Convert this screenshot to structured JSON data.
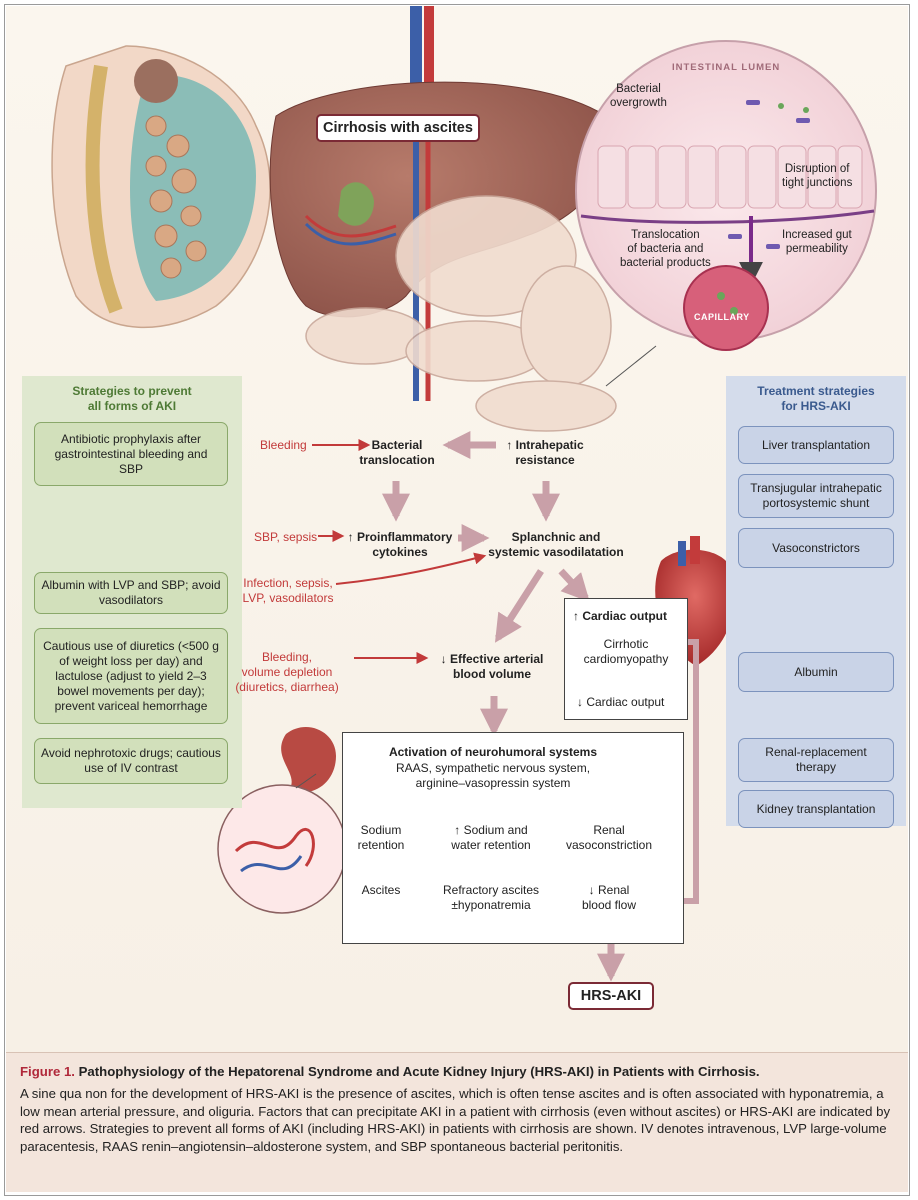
{
  "figure": {
    "top_label": "Cirrhosis with ascites",
    "bottom_label": "HRS-AKI",
    "inset": {
      "title": "INTESTINAL LUMEN",
      "bacterial_overgrowth": [
        "Bacterial",
        "overgrowth"
      ],
      "disruption": [
        "Disruption of",
        "tight junctions"
      ],
      "translocation": [
        "Translocation",
        "of bacteria and",
        "bacterial products"
      ],
      "permeability": [
        "Increased gut",
        "permeability"
      ],
      "capillary": "CAPILLARY"
    },
    "left_panel": {
      "title": [
        "Strategies to prevent",
        "all forms of AKI"
      ],
      "boxes": [
        "Antibiotic prophylaxis after gastrointestinal bleeding and SBP",
        "Albumin with LVP and SBP; avoid vasodilators",
        "Cautious use of diuretics (<500 g of weight loss per day) and lactulose (adjust to yield 2–3 bowel movements per day); prevent variceal hemorrhage",
        "Avoid nephrotoxic drugs; cautious use of IV contrast"
      ]
    },
    "right_panel": {
      "title": [
        "Treatment strategies",
        "for HRS-AKI"
      ],
      "boxes": [
        "Liver transplantation",
        "Transjugular intrahepatic portosystemic shunt",
        "Vasoconstrictors",
        "Albumin",
        "Renal-replacement therapy",
        "Kidney transplantation"
      ]
    },
    "flow": {
      "bleeding": "Bleeding",
      "bacterial_translocation": [
        "Bacterial",
        "translocation"
      ],
      "intrahepatic": [
        "↑ Intrahepatic",
        "resistance"
      ],
      "sbp_sepsis": "SBP, sepsis",
      "proinflammatory": [
        "↑ Proinflammatory",
        "cytokines"
      ],
      "splanchnic": [
        "Splanchnic and",
        "systemic vasodilatation"
      ],
      "infection": [
        "Infection, sepsis,",
        "LVP, vasodilators"
      ],
      "bleeding_volume": [
        "Bleeding,",
        "volume depletion",
        "(diuretics, diarrhea)"
      ],
      "effective_volume": [
        "↓ Effective arterial",
        "blood volume"
      ],
      "cardiac": {
        "output_up": "↑ Cardiac output",
        "cardiomyopathy": [
          "Cirrhotic",
          "cardiomyopathy"
        ],
        "output_down": "↓ Cardiac output"
      },
      "neuro": {
        "title": "Activation of neurohumoral systems",
        "systems": [
          "RAAS, sympathetic nervous system,",
          "arginine–vasopressin system"
        ],
        "col1": [
          "Sodium",
          "retention"
        ],
        "col1_result": "Ascites",
        "col2": [
          "↑ Sodium and",
          "water retention"
        ],
        "col2_result": [
          "Refractory ascites",
          "±hyponatremia"
        ],
        "col3": [
          "Renal",
          "vasoconstriction"
        ],
        "col3_result": [
          "↓ Renal",
          "blood flow"
        ]
      }
    }
  },
  "caption": {
    "figure_no": "Figure 1.",
    "title": "Pathophysiology of the Hepatorenal Syndrome and Acute Kidney Injury (HRS-AKI) in Patients with Cirrhosis.",
    "body": "A sine qua non for the development of HRS-AKI is the presence of ascites, which is often tense ascites and is often associated with hyponatremia, a low mean arterial pressure, and oliguria. Factors that can precipitate AKI in a patient with cirrhosis (even without ascites) or HRS-AKI are indicated by red arrows. Strategies to prevent all forms of AKI (including HRS-AKI) in patients with cirrhosis are shown. IV denotes intravenous, LVP large-volume paracentesis, RAAS renin–angiotensin–aldosterone system, and SBP spontaneous bacterial peritonitis."
  },
  "colors": {
    "flow_arrow": "#c9a0a8",
    "red_arrow": "#c23a3a",
    "left_panel": "#dfe8cf",
    "right_panel": "#d4dceb",
    "caption_bg": "#f3e5dc"
  }
}
